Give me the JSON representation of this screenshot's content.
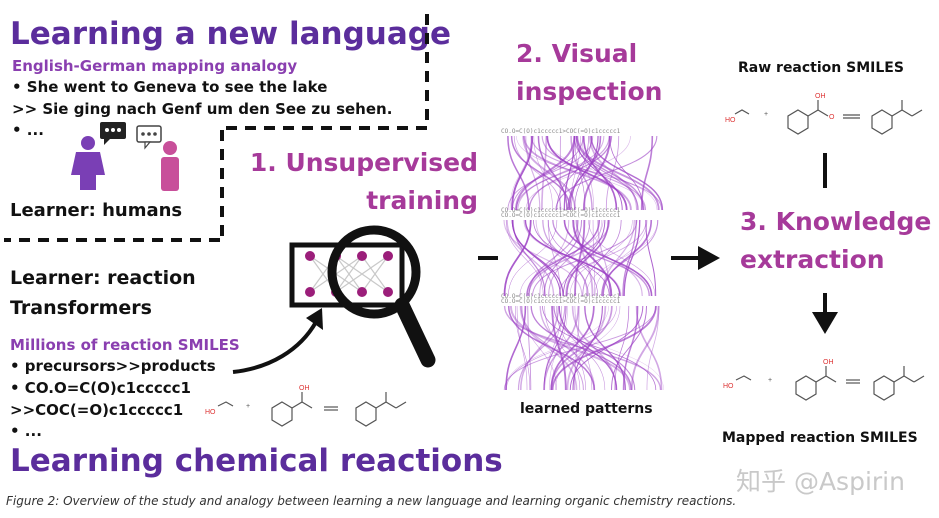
{
  "titles": {
    "learning_language": "Learning a new language",
    "learning_chemistry": "Learning chemical reactions"
  },
  "language_box": {
    "analogy_title": "English-German mapping analogy",
    "lines": [
      "• She went to Geneva to see the lake",
      ">> Sie ging nach Genf um den See zu sehen.",
      "• ..."
    ],
    "learner": "Learner: humans"
  },
  "chemistry_box": {
    "learner": "Learner: reaction Transformers",
    "millions": "Millions of reaction SMILES",
    "lines": [
      "• precursors>>products",
      "• CO.O=C(O)c1ccccc1",
      ">>COC(=O)c1ccccc1",
      "• ..."
    ]
  },
  "steps": {
    "step1": "1. Unsupervised training",
    "step2": "2. Visual inspection",
    "step3": "3. Knowledge extraction"
  },
  "labels": {
    "raw_smiles": "Raw reaction SMILES",
    "mapped_smiles": "Mapped reaction SMILES",
    "learned_patterns": "learned patterns",
    "seq_top": "CO.O=C(O)c1ccccc1>COC(=O)c1ccccc1",
    "seq_bottom": "CO.O=C(O)c1ccccc1>COC(=O)c1ccccc1",
    "atom_ho": "HO",
    "atom_o": "O",
    "atom_oh": "OH",
    "plus": "+"
  },
  "watermark": "知乎 @Aspirin",
  "caption": "Figure 2: Overview of the study and analogy between learning a new language and learning organic chemistry reactions.",
  "colors": {
    "title_purple": "#5b2d9c",
    "step_magenta": "#a63a9a",
    "attention_purple": "#9b3fc4",
    "person_purple": "#7a3fb5",
    "person_pink": "#c84f9a",
    "node_magenta": "#9b1e7a"
  }
}
